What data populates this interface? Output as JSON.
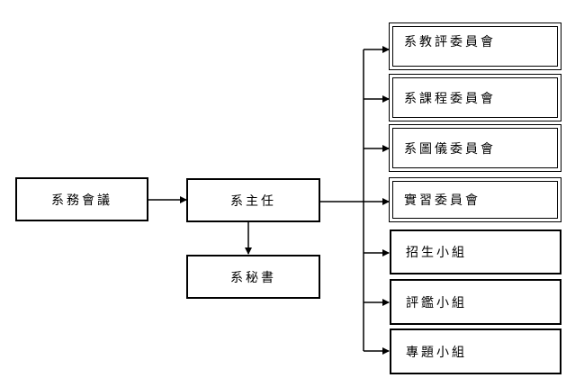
{
  "diagram": {
    "root": "系務會議",
    "director": "系主任",
    "secretary": "系秘書",
    "committees": [
      "系教評委員會",
      "系課程委員會",
      "系圖儀委員會",
      "實習委員會"
    ],
    "groups": [
      "招生小組",
      "評鑑小組",
      "專題小組"
    ]
  }
}
